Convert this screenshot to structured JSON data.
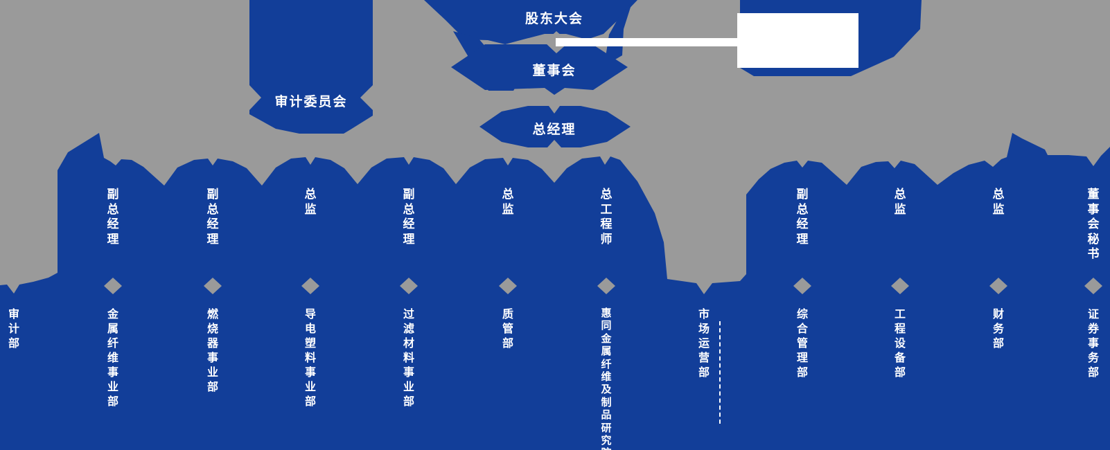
{
  "colors": {
    "background": "#9a9a9a",
    "primary_blue": "#123e99",
    "text": "#ffffff",
    "connector_white": "#ffffff"
  },
  "header": {
    "shareholders_label": "股东大会",
    "board_label": "董事会",
    "general_manager_label": "总经理",
    "audit_committee_label": "审计委员会"
  },
  "columns": [
    {
      "title": "",
      "department": "审计部"
    },
    {
      "title": "副总经理",
      "department": "金属纤维事业部"
    },
    {
      "title": "副总经理",
      "department": "燃烧器事业部"
    },
    {
      "title": "总监",
      "department": "导电塑料事业部"
    },
    {
      "title": "副总经理",
      "department": "过滤材料事业部"
    },
    {
      "title": "总监",
      "department": "质管部"
    },
    {
      "title": "总工程师",
      "department": "惠同金属纤维及制品研究院"
    },
    {
      "title": "",
      "department": "市场运营部"
    },
    {
      "title": "副总经理",
      "department": "综合管理部"
    },
    {
      "title": "总监",
      "department": "工程设备部"
    },
    {
      "title": "总监",
      "department": "财务部"
    },
    {
      "title": "董事会秘书",
      "department": "证券事务部"
    }
  ]
}
